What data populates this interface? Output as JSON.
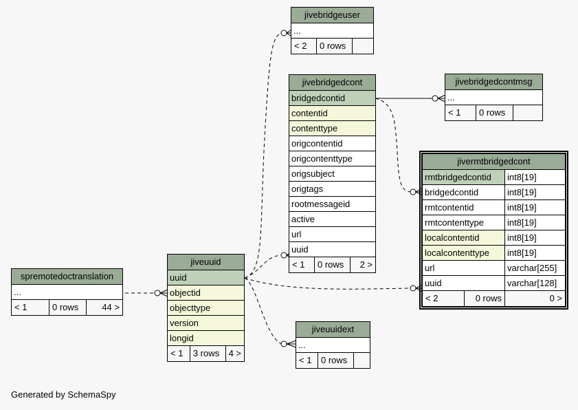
{
  "diagram": {
    "tables": {
      "jivebridgeuser": {
        "name": "jivebridgeuser",
        "rows": [
          "..."
        ],
        "footer": [
          "< 2",
          "0 rows",
          ""
        ]
      },
      "jivebridgedcont": {
        "name": "jivebridgedcont",
        "rows": [
          "bridgedcontid",
          "contentid",
          "contenttype",
          "origcontentid",
          "origcontenttype",
          "origsubject",
          "origtags",
          "rootmessageid",
          "active",
          "url",
          "uuid"
        ],
        "footer": [
          "< 1",
          "0 rows",
          "2 >"
        ]
      },
      "jivebridgedcontmsg": {
        "name": "jivebridgedcontmsg",
        "rows": [
          "..."
        ],
        "footer": [
          "< 1",
          "0 rows",
          ""
        ]
      },
      "jivermtbridgedcont": {
        "name": "jivermtbridgedcont",
        "rows": [
          [
            "rmtbridgedcontid",
            "int8[19]"
          ],
          [
            "bridgedcontid",
            "int8[19]"
          ],
          [
            "rmtcontentid",
            "int8[19]"
          ],
          [
            "rmtcontenttype",
            "int8[19]"
          ],
          [
            "localcontentid",
            "int8[19]"
          ],
          [
            "localcontenttype",
            "int8[19]"
          ],
          [
            "url",
            "varchar[255]"
          ],
          [
            "uuid",
            "varchar[128]"
          ]
        ],
        "footer": [
          "< 2",
          "0 rows",
          "0 >"
        ]
      },
      "spremotedoctranslation": {
        "name": "spremotedoctranslation",
        "rows": [
          "..."
        ],
        "footer": [
          "< 1",
          "0 rows",
          "44 >"
        ]
      },
      "jiveuuid": {
        "name": "jiveuuid",
        "rows": [
          "uuid",
          "objectid",
          "objecttype",
          "version",
          "longid"
        ],
        "footer": [
          "< 1",
          "3 rows",
          "4 >"
        ]
      },
      "jiveuuidext": {
        "name": "jiveuuidext",
        "rows": [
          "..."
        ],
        "footer": [
          "< 1",
          "0 rows",
          ""
        ]
      }
    },
    "generated_by": "Generated by SchemaSpy"
  },
  "colors": {
    "header": "#9aab96",
    "primary_key": "#bed1b8",
    "indexed": "#f4f7da",
    "background": "#f7f7f7"
  }
}
